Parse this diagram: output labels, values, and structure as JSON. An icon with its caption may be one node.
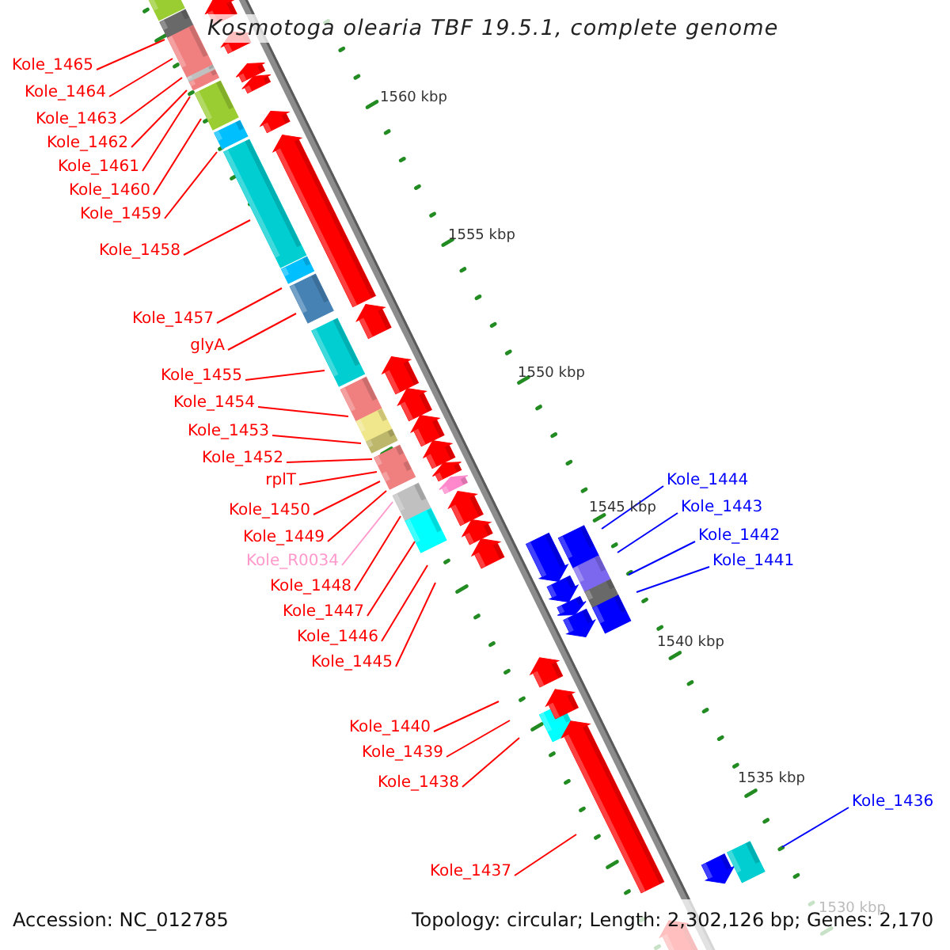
{
  "diagram": {
    "title": "Kosmotoga olearia TBF 19.5.1, complete genome",
    "nodes": [
      {
        "text": [
          "Kole_1465"
        ]
      },
      {
        "text": [
          "Kole_1464"
        ]
      },
      {
        "text": [
          "Kole_1463"
        ]
      },
      {
        "text": [
          "Kole_1462"
        ]
      },
      {
        "text": [
          "Kole_1461"
        ]
      },
      {
        "text": [
          "Kole_1460"
        ]
      },
      {
        "text": [
          "Kole_1459"
        ]
      },
      {
        "text": [
          "Kole_1458"
        ]
      },
      {
        "text": [
          "Kole_1457"
        ]
      },
      {
        "text": [
          "glyA"
        ]
      },
      {
        "text": [
          "Kole_1455"
        ]
      },
      {
        "text": [
          "Kole_1454"
        ]
      },
      {
        "text": [
          "Kole_1453"
        ]
      },
      {
        "text": [
          "Kole_1452"
        ]
      },
      {
        "text": [
          "rplT"
        ]
      },
      {
        "text": [
          "Kole_1450"
        ]
      },
      {
        "text": [
          "Kole_1449"
        ]
      },
      {
        "text": [
          "Kole_R0034"
        ]
      },
      {
        "text": [
          "Kole_1448"
        ]
      },
      {
        "text": [
          "Kole_1447"
        ]
      },
      {
        "text": [
          "Kole_1446"
        ]
      },
      {
        "text": [
          "Kole_1445"
        ]
      },
      {
        "text": [
          "Kole_1440"
        ]
      },
      {
        "text": [
          "Kole_1439"
        ]
      },
      {
        "text": [
          "Kole_1438"
        ]
      },
      {
        "text": [
          "Kole_1437"
        ]
      },
      {
        "text": [
          "Kole_1444"
        ]
      },
      {
        "text": [
          "Kole_1443"
        ]
      },
      {
        "text": [
          "Kole_1442"
        ]
      },
      {
        "text": [
          "Kole_1441"
        ]
      },
      {
        "text": [
          "Kole_1436"
        ]
      }
    ],
    "edges": [
      {
        "from": 0,
        "to": null,
        "arrow": "none"
      },
      {
        "from": 1,
        "to": null,
        "arrow": "none"
      },
      {
        "from": 2,
        "to": null,
        "arrow": "none"
      },
      {
        "from": 3,
        "to": null,
        "arrow": "none"
      },
      {
        "from": 4,
        "to": null,
        "arrow": "none"
      },
      {
        "from": 5,
        "to": null,
        "arrow": "none"
      },
      {
        "from": 6,
        "to": null,
        "arrow": "none"
      },
      {
        "from": 7,
        "to": null,
        "arrow": "none"
      },
      {
        "from": 8,
        "to": null,
        "arrow": "none"
      },
      {
        "from": 9,
        "to": null,
        "arrow": "none"
      },
      {
        "from": 10,
        "to": null,
        "arrow": "none"
      },
      {
        "from": 11,
        "to": null,
        "arrow": "none"
      },
      {
        "from": 12,
        "to": null,
        "arrow": "none"
      },
      {
        "from": 13,
        "to": null,
        "arrow": "none"
      },
      {
        "from": 14,
        "to": null,
        "arrow": "none"
      },
      {
        "from": 15,
        "to": null,
        "arrow": "none"
      },
      {
        "from": 16,
        "to": null,
        "arrow": "none"
      },
      {
        "from": 17,
        "to": null,
        "arrow": "none",
        "color": "#ff99cc"
      },
      {
        "from": 18,
        "to": null,
        "arrow": "none"
      },
      {
        "from": 19,
        "to": null,
        "arrow": "none"
      },
      {
        "from": 20,
        "to": null,
        "arrow": "none"
      },
      {
        "from": 21,
        "to": null,
        "arrow": "none"
      },
      {
        "from": 22,
        "to": null,
        "arrow": "none"
      },
      {
        "from": 23,
        "to": null,
        "arrow": "none"
      },
      {
        "from": 24,
        "to": null,
        "arrow": "none"
      },
      {
        "from": 25,
        "to": null,
        "arrow": "none"
      },
      {
        "from": 26,
        "to": null,
        "arrow": "none",
        "color": "#0000ff"
      },
      {
        "from": 27,
        "to": null,
        "arrow": "none",
        "color": "#0000ff"
      },
      {
        "from": 28,
        "to": null,
        "arrow": "none",
        "color": "#0000ff"
      },
      {
        "from": 29,
        "to": null,
        "arrow": "none",
        "color": "#0000ff"
      },
      {
        "from": 30,
        "to": null,
        "arrow": "none",
        "color": "#0000ff"
      }
    ],
    "labels": [
      "1560 kbp",
      "1555 kbp",
      "1550 kbp",
      "1545 kbp",
      "1540 kbp",
      "1535 kbp",
      "1530 kbp",
      "Accession: NC_012785",
      "Topology: circular; Length: 2,302,126 bp; Genes: 2,170"
    ]
  }
}
